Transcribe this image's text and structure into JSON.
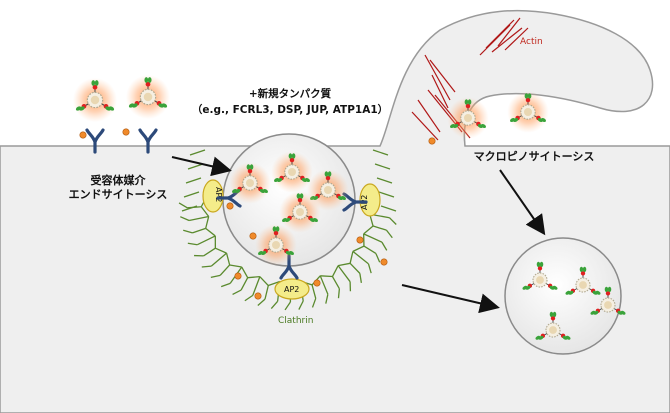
{
  "labels": {
    "receptor_endocytosis_line1": "受容体媒介",
    "receptor_endocytosis_line2": "エンドサイトーシス",
    "new_proteins_line1": "+新規タンパク質",
    "new_proteins_line2": "（e.g., FCRL3, DSP, JUP, ATP1A1）",
    "macropinocytosis": "マクロピノサイトーシス",
    "actin": "Actin",
    "clathrin": "Clathrin",
    "ap2": "AP2"
  },
  "colors": {
    "membrane_fill": "#efefef",
    "membrane_stroke": "#999999",
    "receptor": "#2d4a7a",
    "clathrin": "#5a8a2e",
    "actin": "#b01818",
    "ap2_fill": "#f4ec8a",
    "glow": "#ff9a55",
    "leaf": "#3aa33a",
    "red_node": "#e02020",
    "orange_bead": "#f08a2a"
  }
}
